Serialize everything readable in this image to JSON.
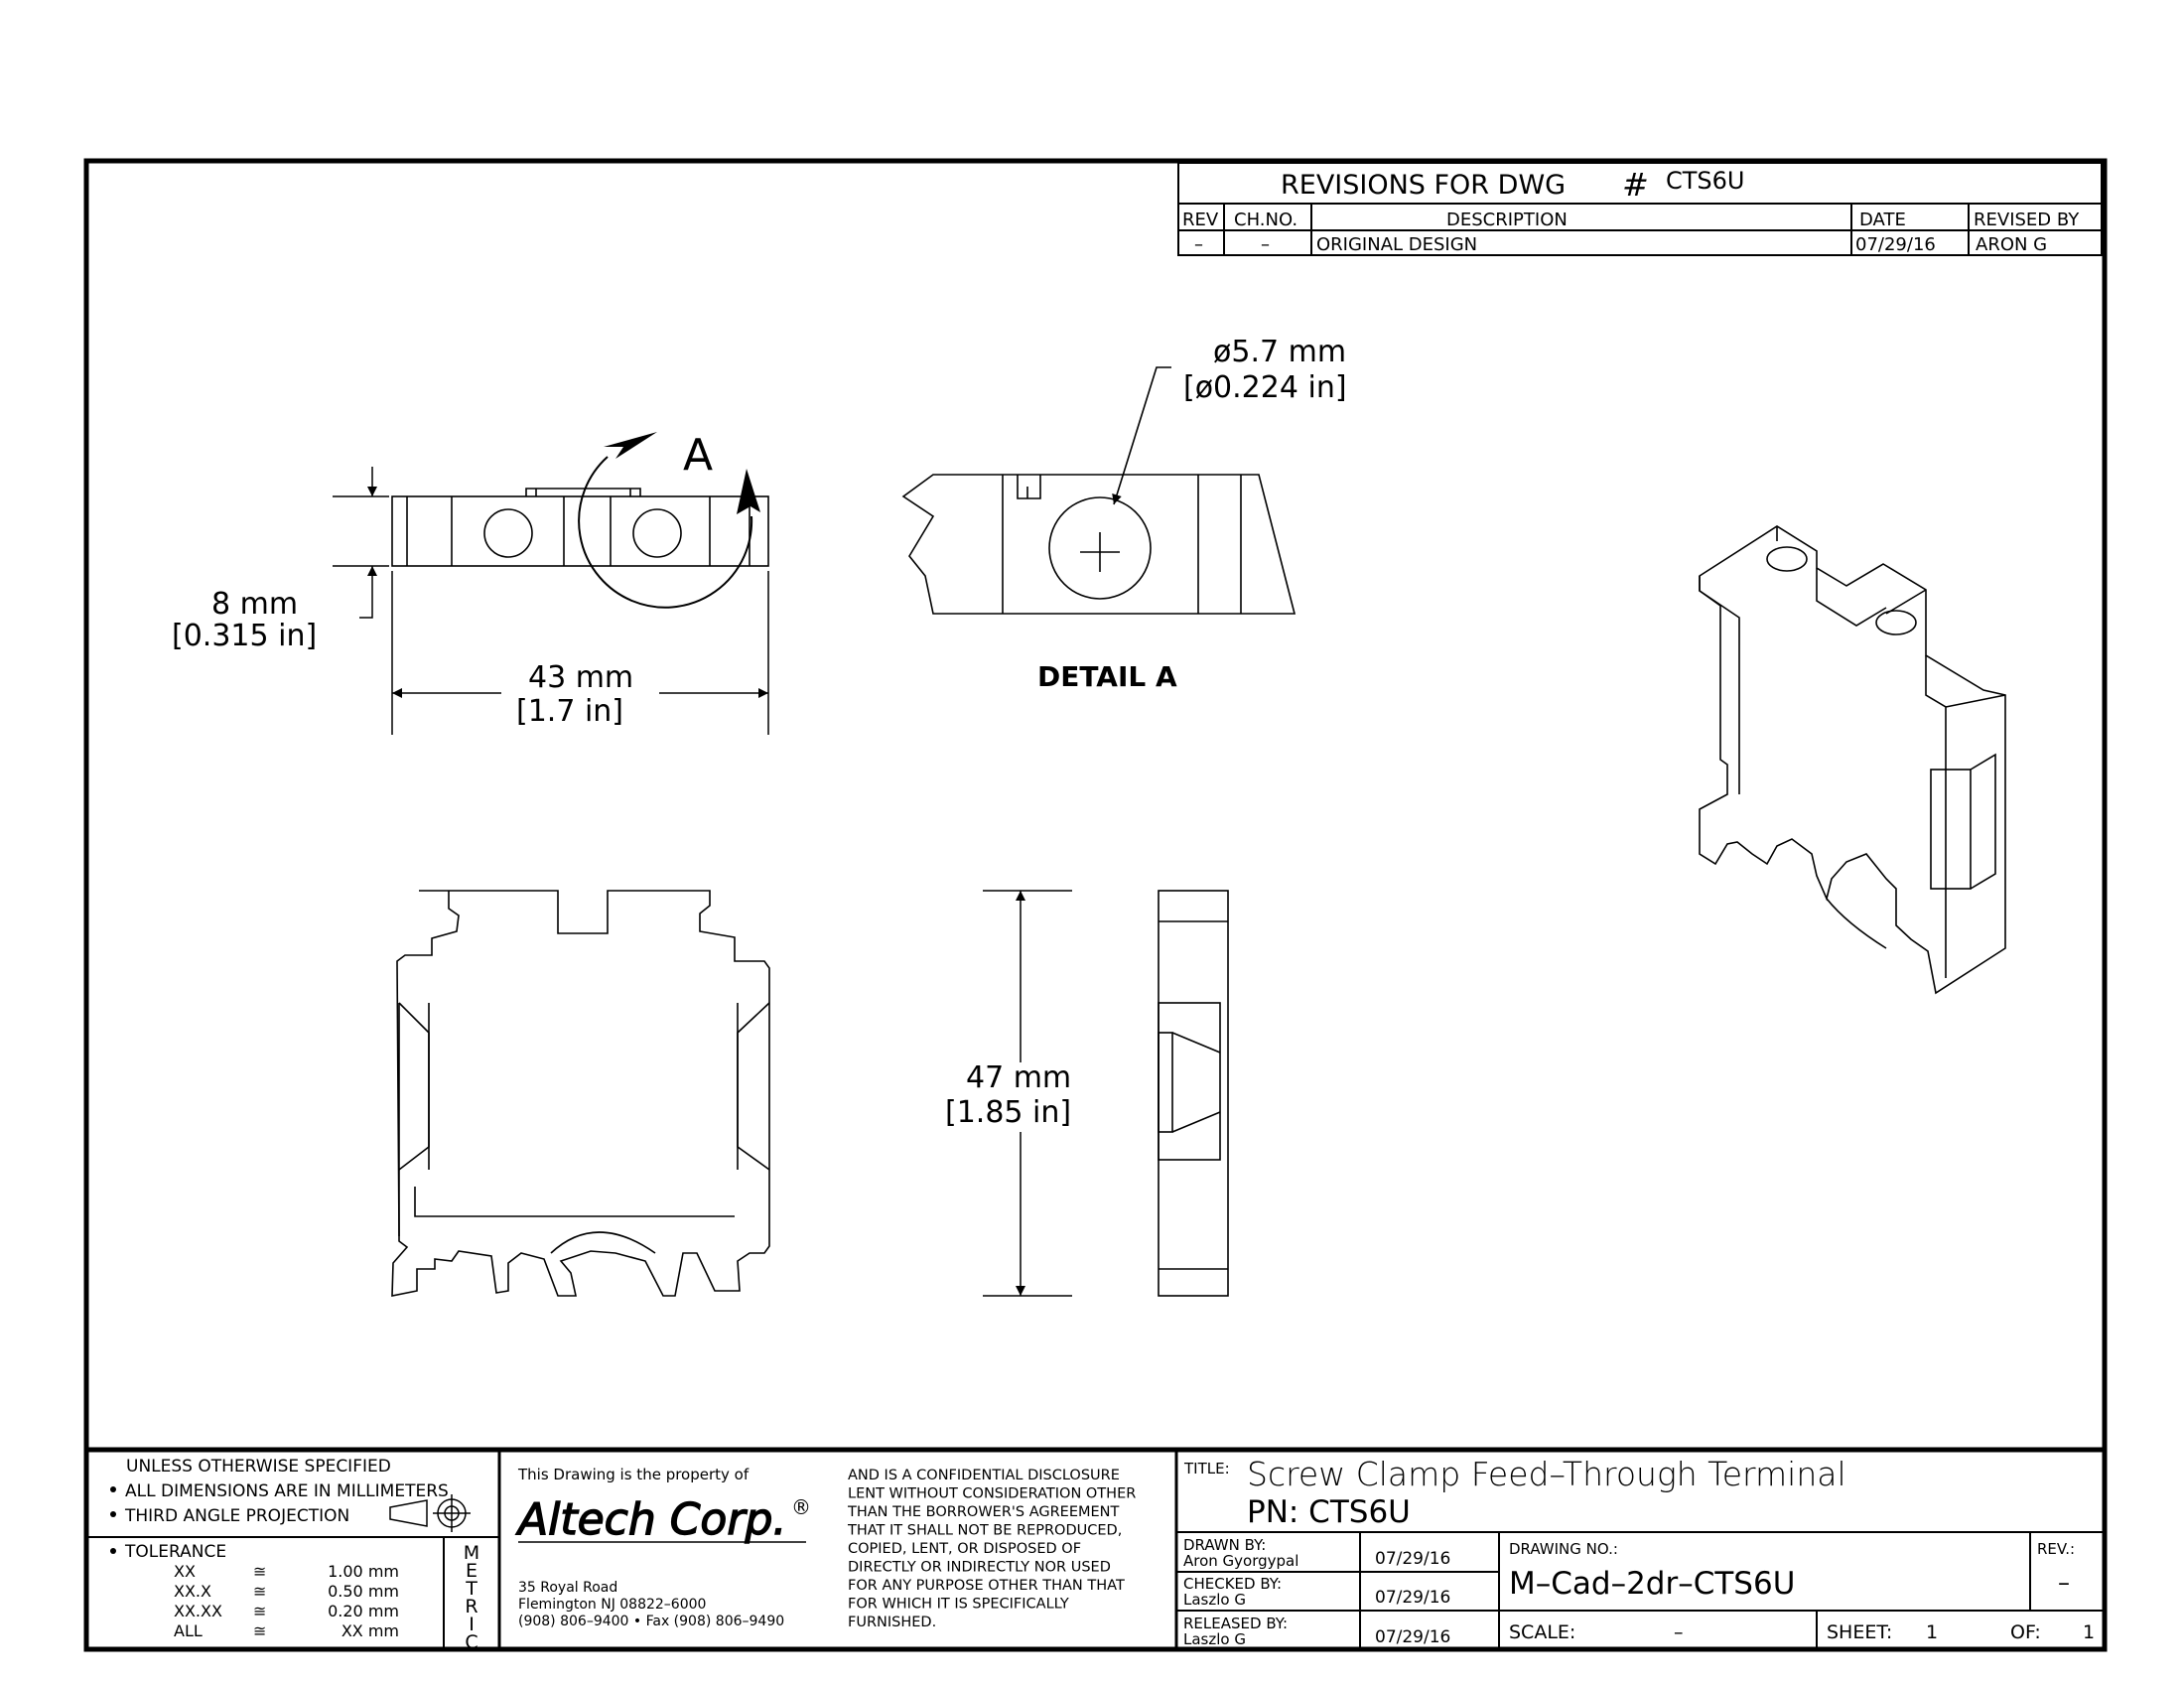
{
  "revisions": {
    "title": "REVISIONS FOR DWG",
    "hash": "#",
    "dwg": "CTS6U",
    "headers": {
      "rev": "REV",
      "chno": "CH.NO.",
      "desc": "DESCRIPTION",
      "date": "DATE",
      "revised_by": "REVISED BY"
    },
    "row": {
      "rev": "–",
      "chno": "–",
      "desc": "ORIGINAL DESIGN",
      "date": "07/29/16",
      "revised_by": "ARON G"
    }
  },
  "views": {
    "section_letter": "A",
    "thickness_mm": "8 mm",
    "thickness_in": "[0.315 in]",
    "width_mm": "43 mm",
    "width_in": "[1.7 in]",
    "hole_mm": "ø5.7 mm",
    "hole_in": "[ø0.224 in]",
    "detail_label": "DETAIL A",
    "height_mm": "47 mm",
    "height_in": "[1.85 in]"
  },
  "spec": {
    "line1": "UNLESS OTHERWISE SPECIFIED",
    "line2": "ALL DIMENSIONS ARE IN MILLIMETERS",
    "line3": "THIRD ANGLE PROJECTION",
    "tol_title": "TOLERANCE",
    "approx": "≅",
    "tolerances": [
      {
        "fmt": "XX",
        "val": "1.00 mm"
      },
      {
        "fmt": "XX.X",
        "val": "0.50 mm"
      },
      {
        "fmt": "XX.XX",
        "val": "0.20 mm"
      },
      {
        "fmt": "ALL",
        "val": "XX mm"
      }
    ],
    "metric": [
      "M",
      "E",
      "T",
      "R",
      "I",
      "C"
    ]
  },
  "company": {
    "property": "This Drawing is the property of",
    "logo": "Altech Corp.",
    "registered": "®",
    "address1": "35 Royal Road",
    "address2": "Flemington NJ 08822–6000",
    "phone": "(908) 806–9400 • Fax (908) 806–9490",
    "disclosure": [
      "AND IS A CONFIDENTIAL DISCLOSURE",
      "LENT WITHOUT CONSIDERATION OTHER",
      "THAN THE BORROWER'S AGREEMENT",
      "THAT IT SHALL NOT BE REPRODUCED,",
      "COPIED, LENT, OR DISPOSED OF",
      "DIRECTLY OR INDIRECTLY NOR USED",
      "FOR ANY PURPOSE OTHER THAN THAT",
      "FOR WHICH IT IS SPECIFICALLY",
      "FURNISHED."
    ]
  },
  "titleblock": {
    "title_label": "TITLE:",
    "title": "Screw Clamp Feed–Through Terminal",
    "pn": "PN: CTS6U",
    "drawn_label": "DRAWN BY:",
    "drawn_name": "Aron Gyorgypal",
    "drawn_date": "07/29/16",
    "checked_label": "CHECKED BY:",
    "checked_name": "Laszlo G",
    "checked_date": "07/29/16",
    "released_label": "RELEASED BY:",
    "released_name": "Laszlo G",
    "released_date": "07/29/16",
    "drawing_no_label": "DRAWING NO.:",
    "drawing_no": "M–Cad–2dr–CTS6U",
    "rev_label": "REV.:",
    "rev": "–",
    "scale_label": "SCALE:",
    "scale": "–",
    "sheet_label": "SHEET:",
    "sheet": "1",
    "of_label": "OF:",
    "of": "1"
  }
}
